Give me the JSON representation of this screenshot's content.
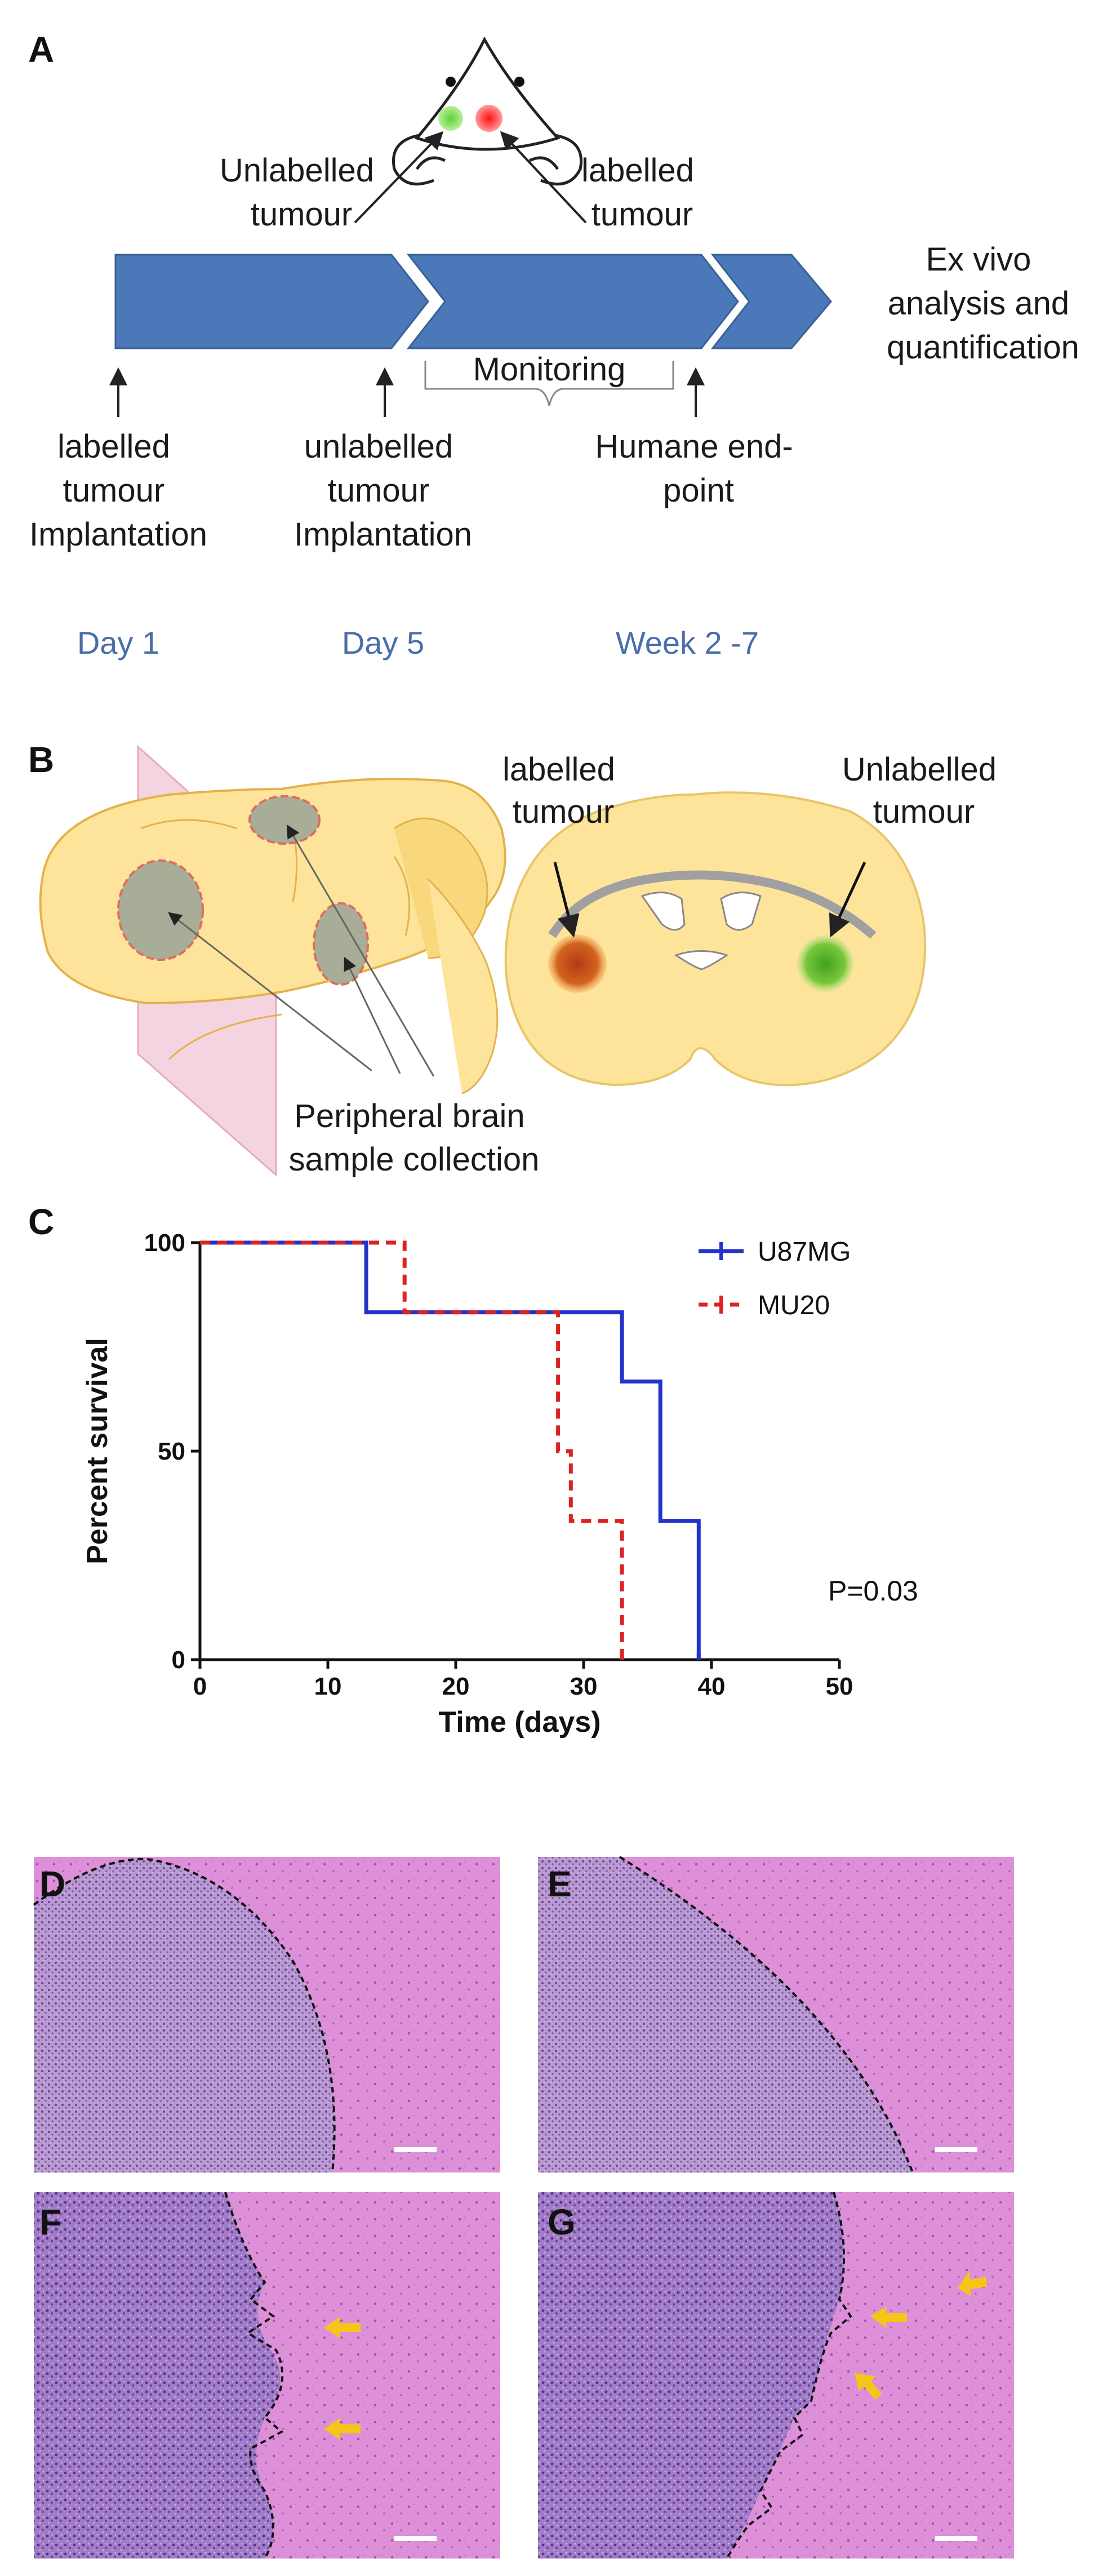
{
  "panelA": {
    "letter": "A",
    "unlabelled_tumour": [
      "Unlabelled",
      "tumour"
    ],
    "labelled_tumour": [
      "labelled",
      "tumour"
    ],
    "ex_vivo": [
      "Ex vivo",
      "analysis and",
      "quantification"
    ],
    "monitoring": "Monitoring",
    "step1": [
      "labelled",
      "tumour",
      "Implantation"
    ],
    "step2": [
      "unlabelled",
      "tumour",
      "Implantation"
    ],
    "step3": [
      "Humane end-",
      "point"
    ],
    "days": [
      "Day 1",
      "Day 5",
      "Week 2 -7"
    ],
    "arrow_color": "#4a78b8",
    "label_dot_green": "#7ed957",
    "label_dot_red": "#ff2d2d"
  },
  "panelB": {
    "letter": "B",
    "sample_label": [
      "Peripheral brain",
      "sample collection"
    ],
    "labelled_tumour": [
      "labelled",
      "tumour"
    ],
    "unlabelled_tumour": [
      "Unlabelled",
      "tumour"
    ],
    "brain_color": "#fde49a",
    "plane_color": "#f1c6d6"
  },
  "panelC": {
    "letter": "C",
    "pvalue": "P=0.03"
  },
  "chart_data": {
    "type": "line",
    "step": true,
    "xlabel": "Time (days)",
    "ylabel": "Percent survival",
    "xlim": [
      0,
      50
    ],
    "ylim": [
      0,
      100
    ],
    "xticks": [
      0,
      10,
      20,
      30,
      40,
      50
    ],
    "yticks": [
      0,
      50,
      100
    ],
    "legend_position": "top-right",
    "series": [
      {
        "name": "U87MG",
        "color": "#2233cc",
        "style": "solid",
        "points": [
          [
            0,
            100
          ],
          [
            13,
            100
          ],
          [
            13,
            83.3
          ],
          [
            33,
            83.3
          ],
          [
            33,
            66.7
          ],
          [
            36,
            66.7
          ],
          [
            36,
            33.3
          ],
          [
            39,
            33.3
          ],
          [
            39,
            0
          ]
        ]
      },
      {
        "name": "MU20",
        "color": "#dd2222",
        "style": "dashed",
        "points": [
          [
            0,
            100
          ],
          [
            16,
            100
          ],
          [
            16,
            83.3
          ],
          [
            28,
            83.3
          ],
          [
            28,
            50
          ],
          [
            29,
            50
          ],
          [
            29,
            33.3
          ],
          [
            33,
            33.3
          ],
          [
            33,
            0
          ]
        ]
      }
    ]
  },
  "histology": {
    "panels": [
      {
        "letter": "D"
      },
      {
        "letter": "E"
      },
      {
        "letter": "F"
      },
      {
        "letter": "G"
      }
    ]
  }
}
